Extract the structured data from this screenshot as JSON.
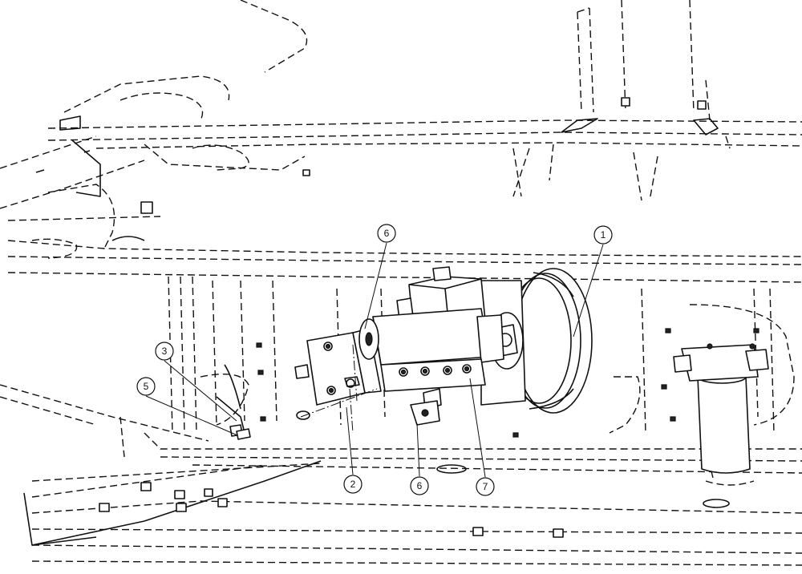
{
  "callouts": [
    {
      "id": "callout-1",
      "label": "1"
    },
    {
      "id": "callout-2",
      "label": "2"
    },
    {
      "id": "callout-3",
      "label": "3"
    },
    {
      "id": "callout-5",
      "label": "5"
    },
    {
      "id": "callout-6-top",
      "label": "6"
    },
    {
      "id": "callout-6-bottom",
      "label": "6"
    },
    {
      "id": "callout-7",
      "label": "7"
    }
  ]
}
